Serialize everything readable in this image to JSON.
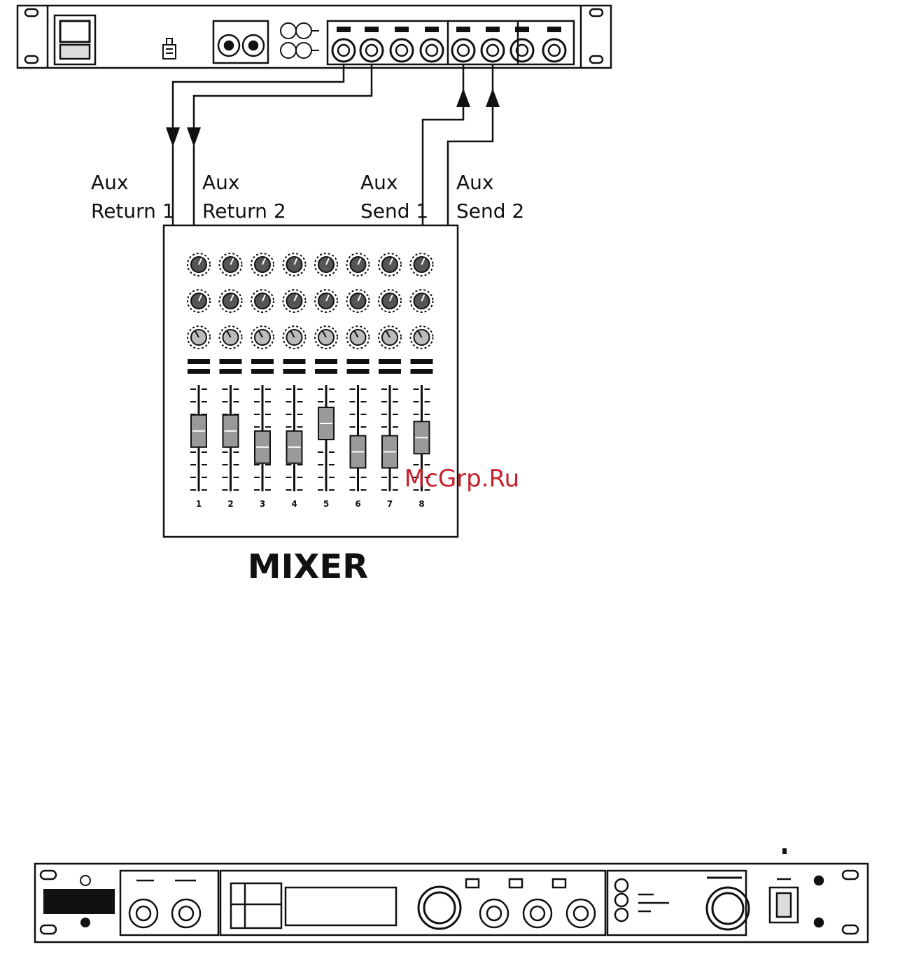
{
  "labels": {
    "aux_return_1": [
      "Aux",
      "Return 1"
    ],
    "aux_return_2": [
      "Aux",
      "Return 2"
    ],
    "aux_send_1": [
      "Aux",
      "Send 1"
    ],
    "aux_send_2": [
      "Aux",
      "Send 2"
    ]
  },
  "mixer": {
    "title": "MIXER",
    "channels": [
      "1",
      "2",
      "3",
      "4",
      "5",
      "6",
      "7",
      "8"
    ],
    "fader_levels": [
      0.72,
      0.72,
      0.55,
      0.55,
      0.8,
      0.5,
      0.5,
      0.65
    ]
  },
  "watermark": "McGrp.Ru",
  "colors": {
    "line": "#111111",
    "watermark": "#c8202a",
    "knob_dark": "#555555",
    "knob_light": "#bbbbbb"
  }
}
